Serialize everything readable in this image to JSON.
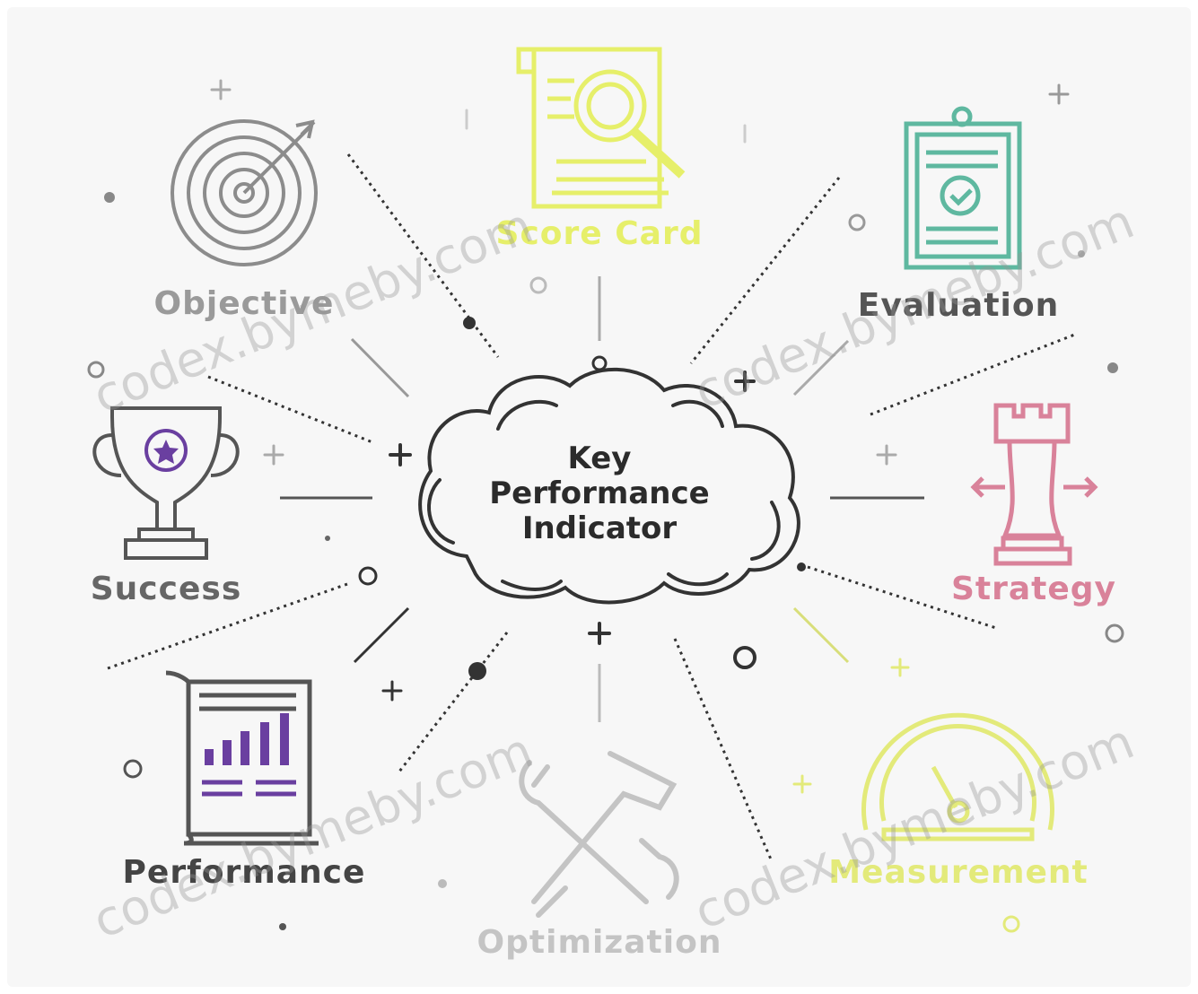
{
  "center": {
    "lines": [
      "Key",
      "Performance",
      "Indicator"
    ]
  },
  "labels": {
    "objective": "Objective",
    "score_card": "Score Card",
    "evaluation": "Evaluation",
    "success": "Success",
    "strategy": "Strategy",
    "performance": "Performance",
    "optimization": "Optimization",
    "measurement": "Measurement"
  },
  "watermark": "codex.bymeby.com",
  "colors": {
    "ink": "#4a4a4a",
    "gray": "#8c8c8c",
    "score_card": "#e6ef6a",
    "evaluation": "#5fb8a0",
    "strategy": "#d9829a",
    "performance_accent": "#6a3fa0",
    "measurement": "#e3ea7a",
    "success_accent": "#6a3fa0"
  }
}
